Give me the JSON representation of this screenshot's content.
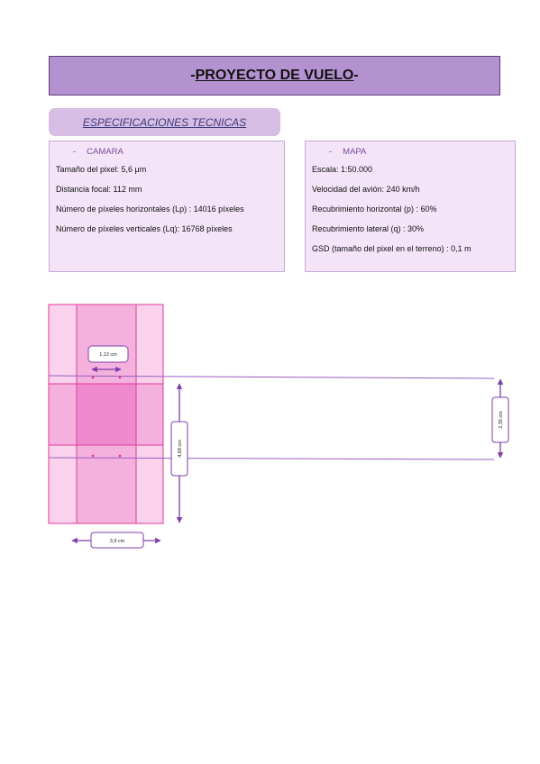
{
  "header": {
    "title_prefix": "-",
    "title_main": "PROYECTO DE VUELO",
    "title_suffix": "-"
  },
  "specs": {
    "label": "ESPECIFICACIONES TECNICAS"
  },
  "camara": {
    "dash": "-",
    "title": "CAMARA",
    "lines": [
      "Tamaño del pixel: 5,6 μm",
      "Distancia focal: 112 mm",
      "Número de píxeles horizontales (Lp) : 14016 píxeles",
      "Número de píxeles verticales (Lq): 16768 píxeles"
    ]
  },
  "mapa": {
    "dash": "-",
    "title": "MAPA",
    "lines": [
      "Escala: 1:50.000",
      "Velocidad del avión: 240 km/h",
      "Recubrimiento horizontal (p) : 60%",
      "Recubrimiento lateral (q) : 30%",
      "GSD (tamaño del pixel en el terreno) : 0,1 m"
    ]
  },
  "diagram": {
    "label_top": "1,12 cm",
    "label_bottom": "3,9 cm",
    "label_vertical": "4,69 cm",
    "label_right": "2,35 cm",
    "colors": {
      "light_pink": "#fad2ec",
      "mid_pink": "#f5b1de",
      "dark_pink": "#f08acf",
      "border": "#e0399b",
      "line": "#9b5cc2",
      "arrow": "#7d3ea8"
    }
  }
}
